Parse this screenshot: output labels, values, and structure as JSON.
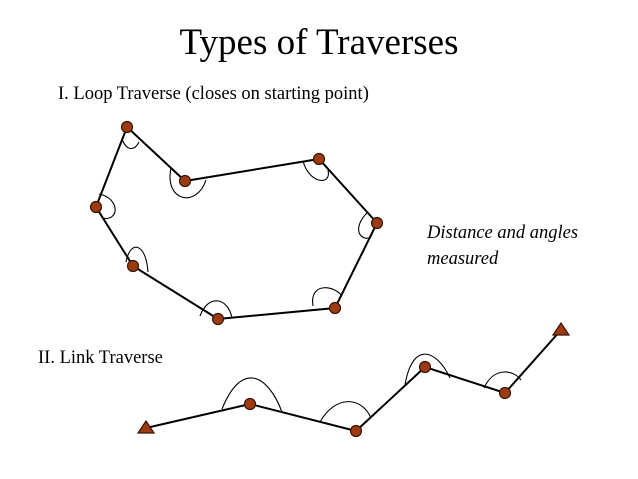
{
  "title": "Types of Traverses",
  "loop_traverse": {
    "label": "I. Loop Traverse (closes on starting point)"
  },
  "link_traverse": {
    "label": "II. Link Traverse"
  },
  "annotation": {
    "line1": "Distance and angles",
    "line2": "measured"
  },
  "colors": {
    "station_fill": "#9c3b10",
    "station_stroke": "#3a1504",
    "line": "#000000",
    "background": "#ffffff"
  },
  "icons": {
    "station": "filled-circle",
    "control_point": "filled-triangle"
  }
}
